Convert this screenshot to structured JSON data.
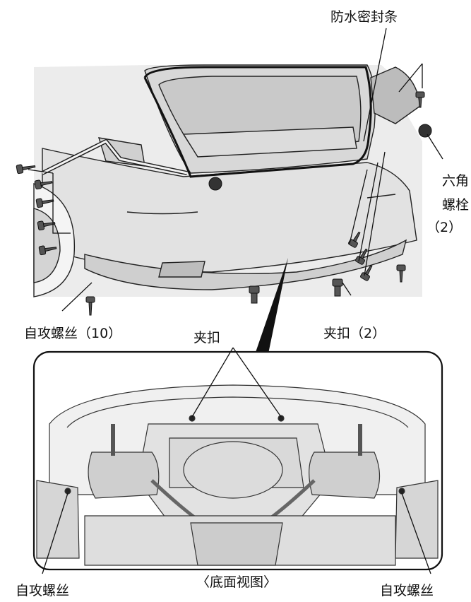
{
  "labels": {
    "weatherstrip": "防水密封条",
    "hex_bolt_line1": "六角",
    "hex_bolt_line2": "螺栓",
    "hex_bolt_count": "（2）",
    "self_tap_screw_10": "自攻螺丝（10）",
    "clip_2": "夹扣（2）",
    "clip_top": "夹扣",
    "bottom_view": "〈底面视图〉",
    "self_tap_left": "自攻螺丝",
    "self_tap_right": "自攻螺丝"
  },
  "colors": {
    "line": "#111111",
    "body_fill": "#e9e9e9",
    "shadow": "#cfcfcf",
    "dark": "#2a2a2a"
  }
}
